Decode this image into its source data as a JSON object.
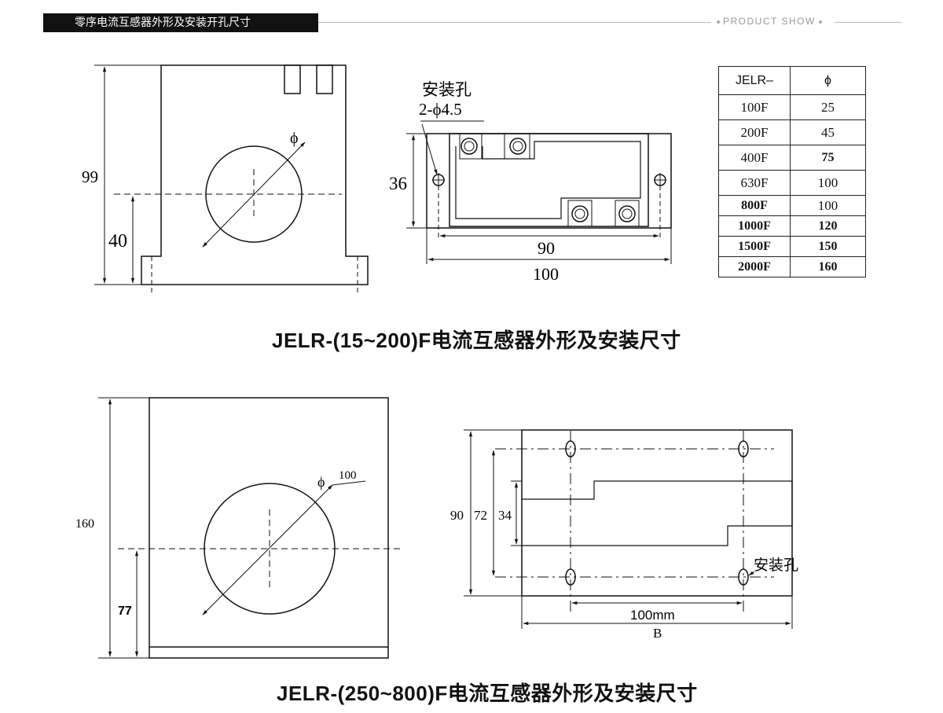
{
  "header": {
    "title": "零序电流互感器外形及安装开孔尺寸",
    "product_show": "PRODUCT SHOW"
  },
  "figure1": {
    "caption": "JELR-(15~200)F电流互感器外形及安装尺寸",
    "front": {
      "dim_total": "99",
      "dim_center": "40",
      "phi": "ϕ"
    },
    "side": {
      "hole_label": "安装孔",
      "hole_spec": "2-ϕ4.5",
      "dim_height": "36",
      "dim_inner": "90",
      "dim_outer": "100"
    }
  },
  "spec_table": {
    "headers": [
      "JELR–",
      "ϕ"
    ],
    "rows": [
      [
        "100F",
        "25"
      ],
      [
        "200F",
        "45"
      ],
      [
        "400F",
        "75"
      ],
      [
        "630F",
        "100"
      ],
      [
        "800F",
        "100"
      ],
      [
        "1000F",
        "120"
      ],
      [
        "1500F",
        "150"
      ],
      [
        "2000F",
        "160"
      ]
    ]
  },
  "figure2": {
    "caption": "JELR-(250~800)F电流互感器外形及安装尺寸",
    "front": {
      "dim_total": "160",
      "dim_center": "77",
      "phi": "ϕ",
      "phi_value": "100"
    },
    "side": {
      "dim_90": "90",
      "dim_72": "72",
      "dim_34": "34",
      "hole_label": "安装孔",
      "dim_inner": "100mm",
      "dim_outer": "B"
    }
  }
}
